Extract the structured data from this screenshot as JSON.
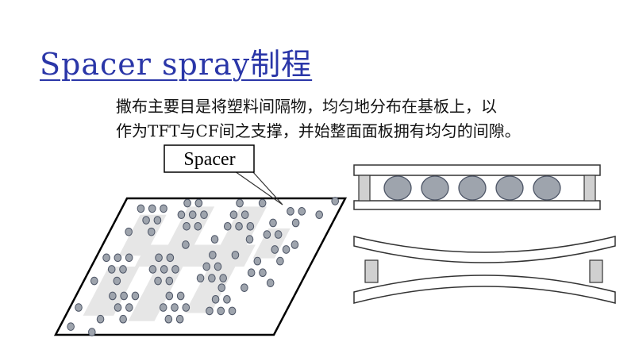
{
  "slide": {
    "title": "Spacer spray制程",
    "description_lines": [
      "撒布主要目是将塑料间隔物，均匀地分布在基板上，以",
      "作为TFT与CF间之支撑，并始整面面板拥有均匀的间隙。"
    ]
  },
  "diagram": {
    "callout_label": "Spacer",
    "colors": {
      "title": "#2a36a8",
      "spacer_fill": "#9ea4ad",
      "spacer_stroke": "#4d5566",
      "pattern_block": "#e6e6e6",
      "pillar_fill": "#d0d0d0"
    },
    "flat_cell_spacer_count": 5
  }
}
